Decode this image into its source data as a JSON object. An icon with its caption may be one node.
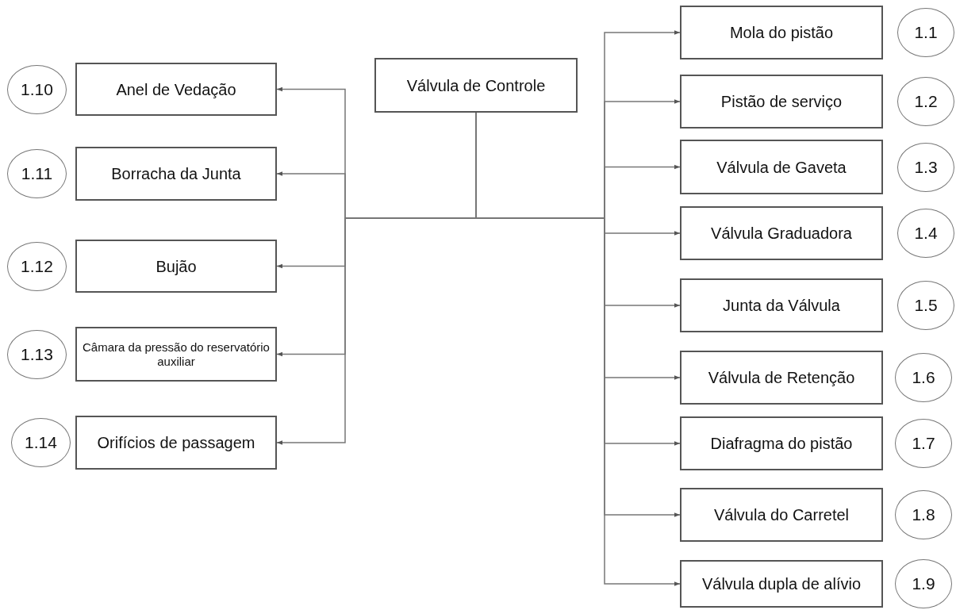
{
  "diagram": {
    "nodes": [
      {
        "text": [
          "Válvula de Controle"
        ]
      },
      {
        "text": [
          "Mola do pistão"
        ]
      },
      {
        "text": [
          "1.1"
        ]
      },
      {
        "text": [
          "Pistão de serviço"
        ]
      },
      {
        "text": [
          "1.2"
        ]
      },
      {
        "text": [
          "Válvula de Gaveta"
        ]
      },
      {
        "text": [
          "1.3"
        ]
      },
      {
        "text": [
          "Válvula Graduadora"
        ]
      },
      {
        "text": [
          "1.4"
        ]
      },
      {
        "text": [
          "Junta da Válvula"
        ]
      },
      {
        "text": [
          "1.5"
        ]
      },
      {
        "text": [
          "Válvula de Retenção"
        ]
      },
      {
        "text": [
          "1.6"
        ]
      },
      {
        "text": [
          "Diafragma do pistão"
        ]
      },
      {
        "text": [
          "1.7"
        ]
      },
      {
        "text": [
          "Válvula do Carretel"
        ]
      },
      {
        "text": [
          "1.8"
        ]
      },
      {
        "text": [
          "Válvula dupla de alívio"
        ]
      },
      {
        "text": [
          "1.9"
        ]
      },
      {
        "text": [
          "Anel de Vedação"
        ]
      },
      {
        "text": [
          "1.10"
        ]
      },
      {
        "text": [
          "Borracha da Junta"
        ]
      },
      {
        "text": [
          "1.11"
        ]
      },
      {
        "text": [
          "Bujão"
        ]
      },
      {
        "text": [
          "1.12"
        ]
      },
      {
        "text": [
          "Câmara da pressão do reservatório auxiliar"
        ]
      },
      {
        "text": [
          "1.13"
        ]
      },
      {
        "text": [
          "Orifícios de passagem"
        ]
      },
      {
        "text": [
          "1.14"
        ]
      }
    ],
    "edges": [
      {
        "from": 0,
        "to": 1,
        "arrow": "to"
      },
      {
        "from": 0,
        "to": 3,
        "arrow": "to"
      },
      {
        "from": 0,
        "to": 5,
        "arrow": "to"
      },
      {
        "from": 0,
        "to": 7,
        "arrow": "to"
      },
      {
        "from": 0,
        "to": 9,
        "arrow": "to"
      },
      {
        "from": 0,
        "to": 11,
        "arrow": "to"
      },
      {
        "from": 0,
        "to": 13,
        "arrow": "to"
      },
      {
        "from": 0,
        "to": 15,
        "arrow": "to"
      },
      {
        "from": 0,
        "to": 17,
        "arrow": "to"
      },
      {
        "from": 0,
        "to": 19,
        "arrow": "to"
      },
      {
        "from": 0,
        "to": 21,
        "arrow": "to"
      },
      {
        "from": 0,
        "to": 23,
        "arrow": "to"
      },
      {
        "from": 0,
        "to": 25,
        "arrow": "to"
      },
      {
        "from": 0,
        "to": 27,
        "arrow": "to"
      }
    ]
  }
}
